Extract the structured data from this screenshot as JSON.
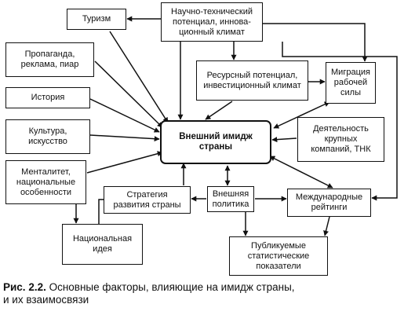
{
  "nodes": {
    "tourism": "Туризм",
    "science": "Научно-технический\nпотенциал, иннова-\nционный климат",
    "propaganda": "Пропаганда,\nреклама, пиар",
    "resource": "Ресурсный потенциал,\nинвестиционный климат",
    "migration": "Миграция\nрабочей\nсилы",
    "history": "История",
    "culture": "Культура,\nискусство",
    "center": "Внешний имидж\nстраны",
    "corporations": "Деятельность\nкрупных\nкомпаний, ТНК",
    "mentality": "Менталитет,\nнациональные\nособенности",
    "strategy": "Стратегия\nразвития страны",
    "policy": "Внешняя\nполитика",
    "ratings": "Международные\nрейтинги",
    "idea": "Национальная\nидея",
    "statistics": "Публикуемые\nстатистические\nпоказатели"
  },
  "caption": {
    "label": "Рис. 2.2.",
    "text": " Основные факторы, влияющие на имидж страны,\nи их взаимосвязи"
  },
  "colors": {
    "ink": "#111111",
    "background": "#ffffff"
  }
}
